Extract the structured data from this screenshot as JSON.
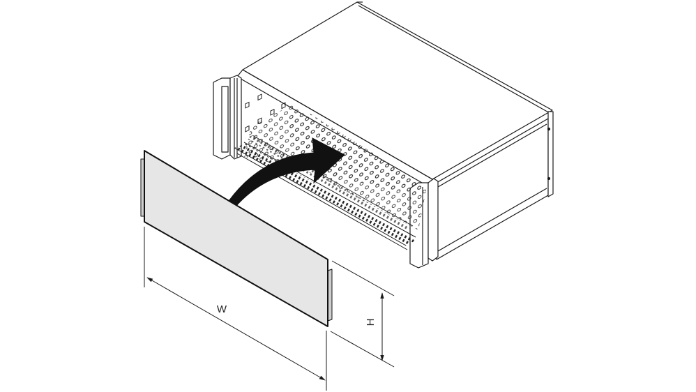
{
  "diagram": {
    "subject": "19-inch subrack enclosure with front blanking panel",
    "labels": {
      "width": "W",
      "height": "H"
    },
    "colors": {
      "line": "#1a1a1a",
      "panel_fill": "#e6e6e6",
      "arrow_fill": "#111111",
      "background": "#ffffff"
    },
    "parts": [
      "subrack-enclosure",
      "perforated-base",
      "card-guide-rails",
      "front-panel",
      "insertion-arrow",
      "width-dimension",
      "height-dimension"
    ]
  }
}
